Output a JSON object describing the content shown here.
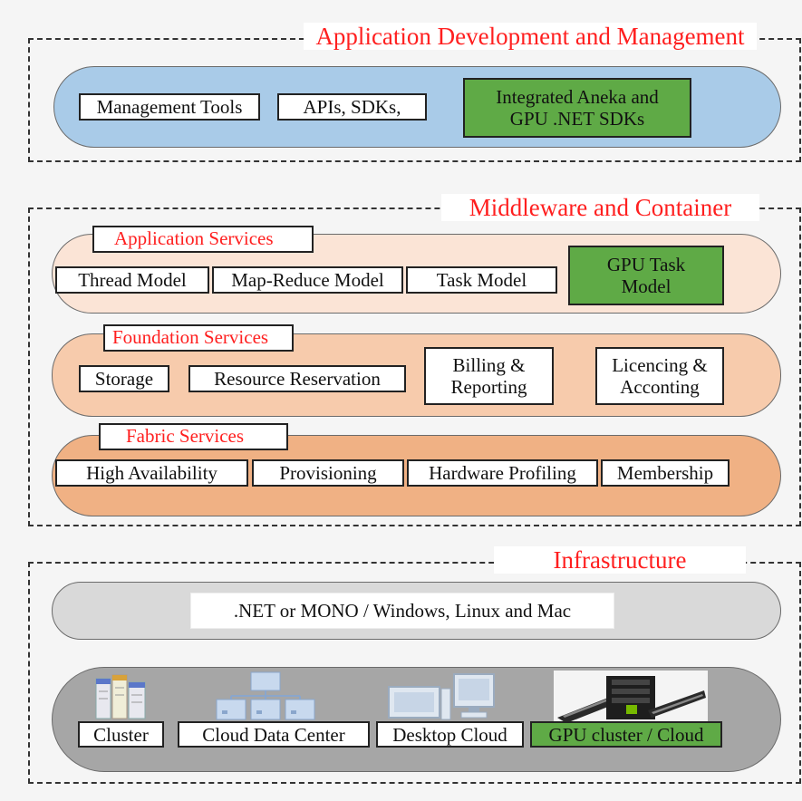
{
  "application_layer": {
    "title": "Application Development and Management",
    "items": [
      "Management Tools",
      "APIs, SDKs,"
    ],
    "gpu_item": "Integrated Aneka and GPU .NET SDKs"
  },
  "middleware_layer": {
    "title": "Middleware and Container",
    "application_services": {
      "label": "Application Services",
      "items": [
        "Thread Model",
        "Map-Reduce Model",
        "Task Model"
      ],
      "gpu_item": "GPU Task Model"
    },
    "foundation_services": {
      "label": "Foundation Services",
      "items": [
        "Storage",
        "Resource Reservation",
        "Billing & Reporting",
        "Licencing & Acconting"
      ]
    },
    "fabric_services": {
      "label": "Fabric Services",
      "items": [
        "High Availability",
        "Provisioning",
        "Hardware Profiling",
        "Membership"
      ]
    }
  },
  "infrastructure_layer": {
    "title": "Infrastructure",
    "platform": ".NET or MONO / Windows, Linux and Mac",
    "resources": [
      "Cluster",
      "Cloud Data Center",
      "Desktop Cloud",
      "GPU cluster / Cloud"
    ]
  },
  "colors": {
    "title_red": "#ff1f1f",
    "gpu_green": "#5faa46",
    "application_band": "#a9cbe8",
    "application_services_band": "#fbe4d6",
    "foundation_services_band": "#f7cbac",
    "fabric_services_band": "#f0b184",
    "platform_band": "#d9d9d9",
    "resources_band": "#a6a6a6"
  }
}
